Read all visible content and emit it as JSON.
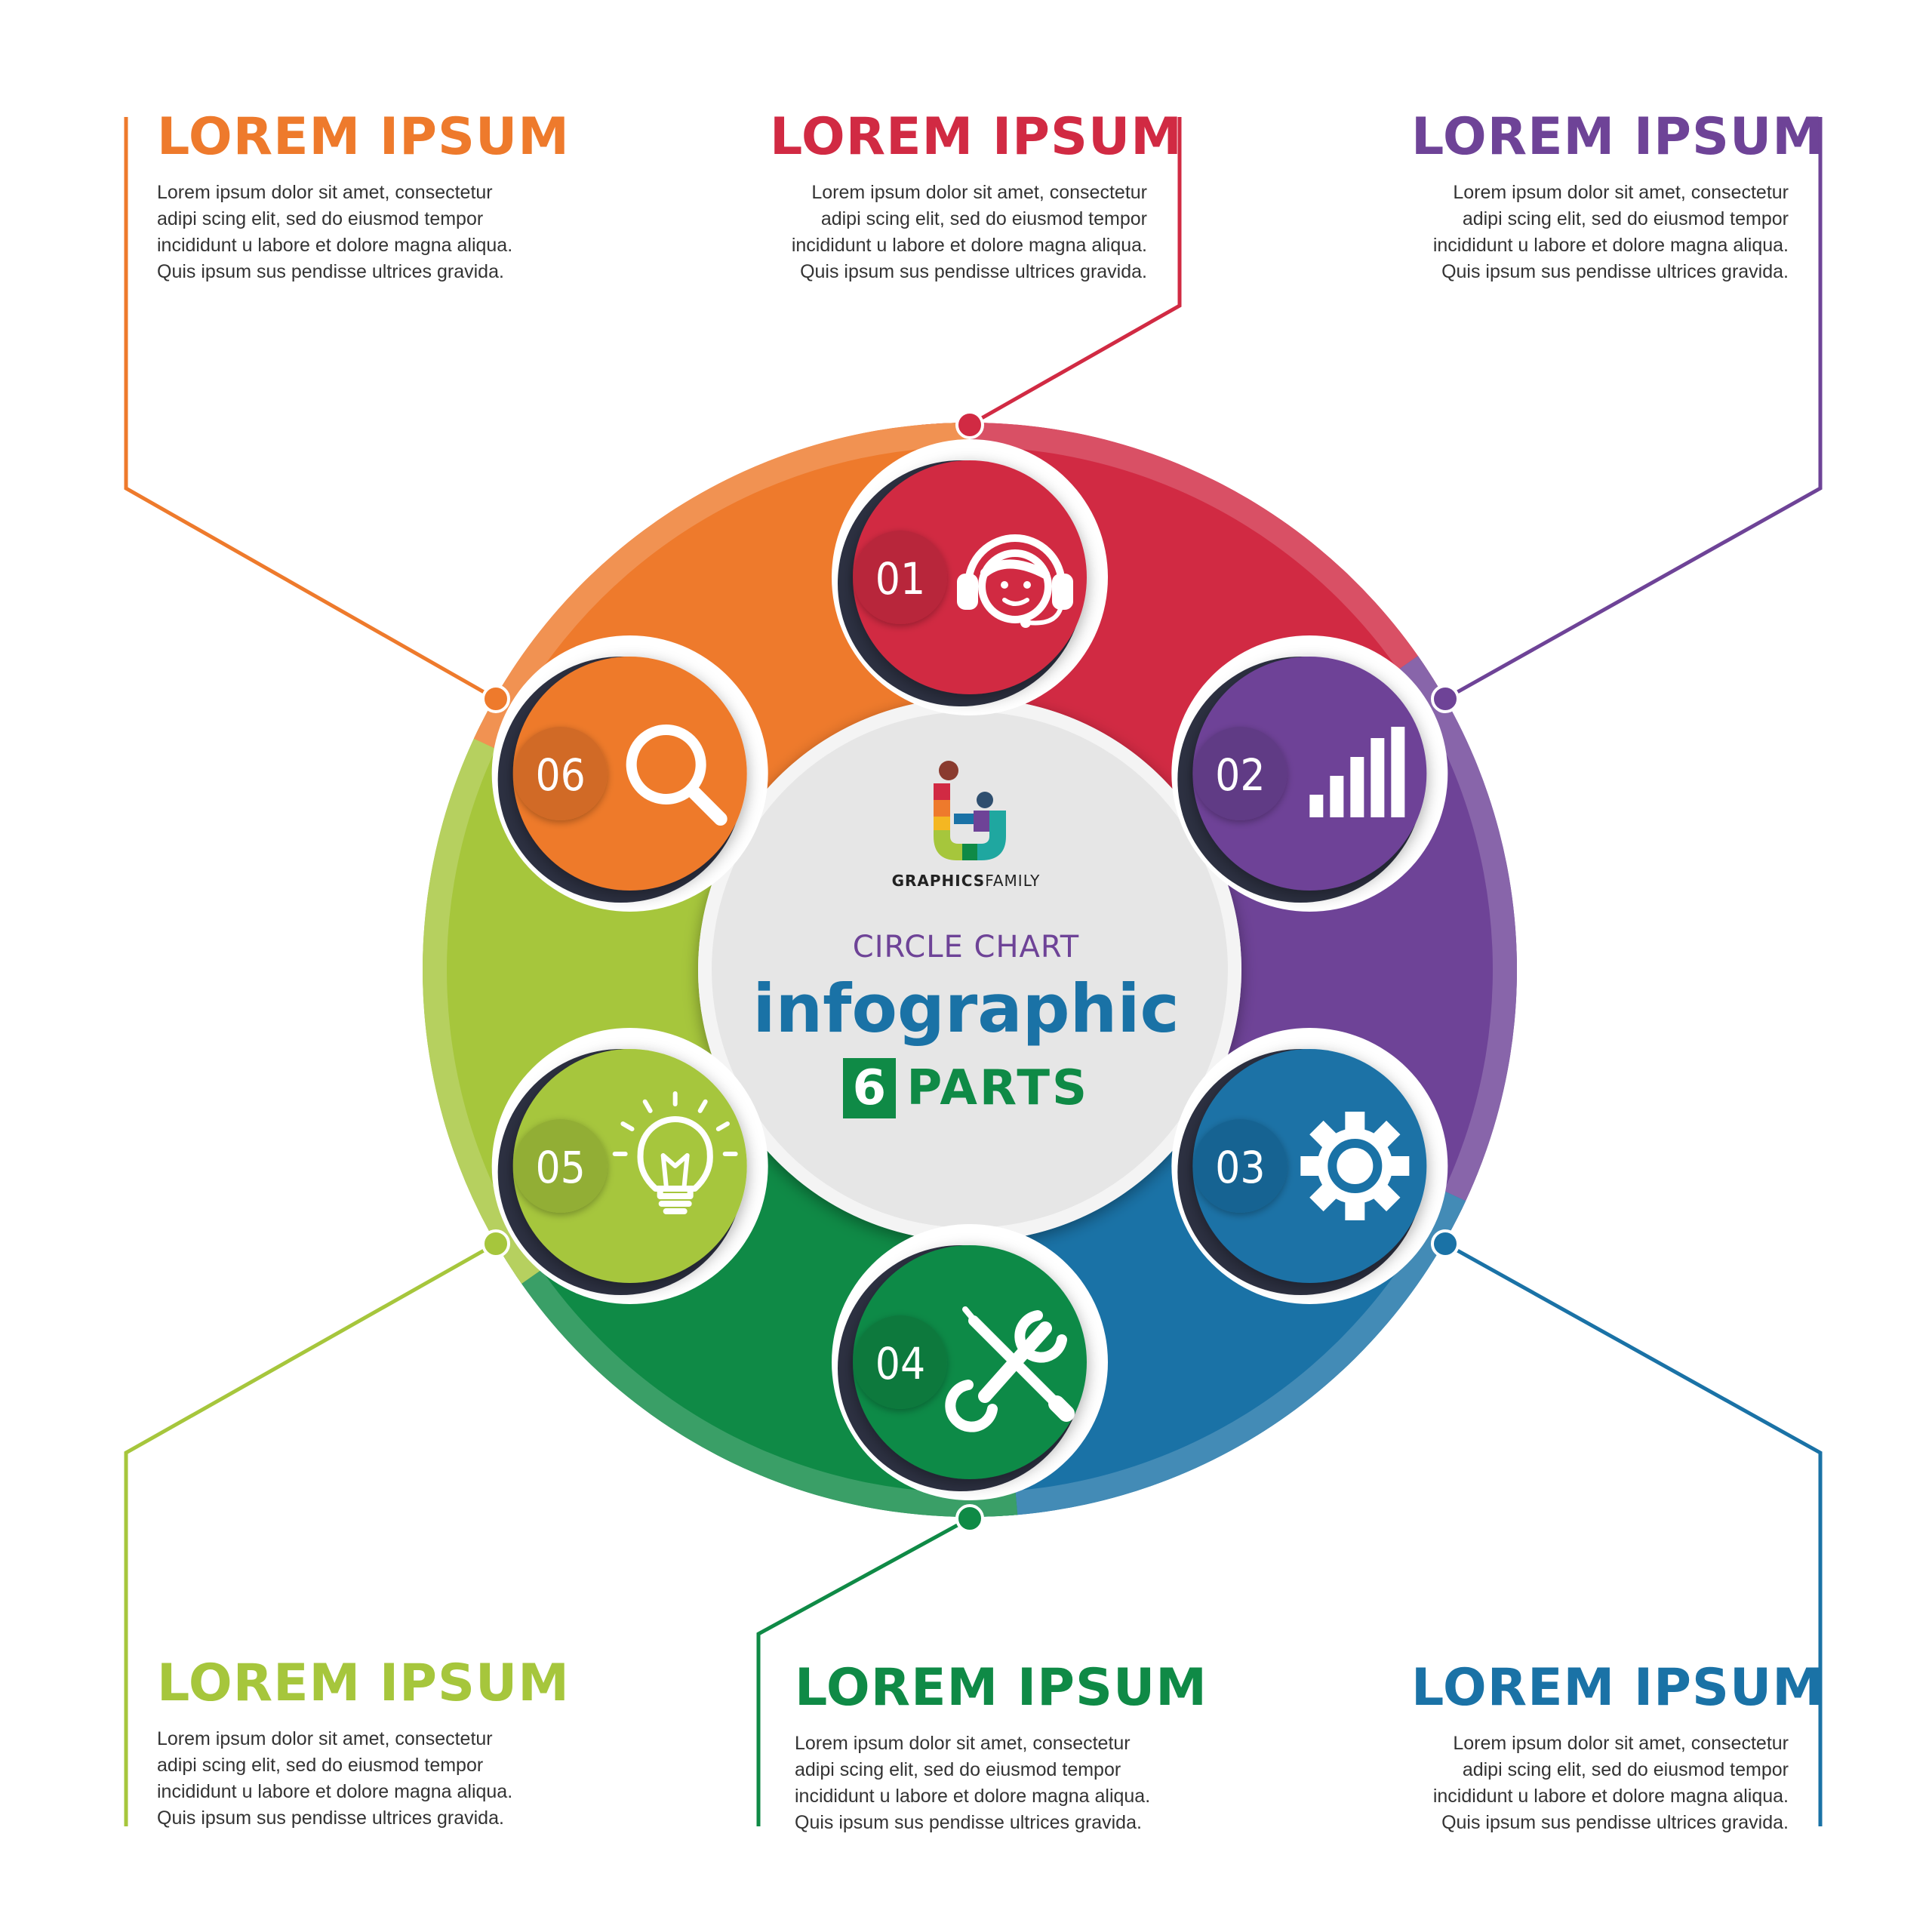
{
  "center": {
    "logo_name_bold": "GRAPHICS",
    "logo_name_light": "FAMILY",
    "heading_small": "CIRCLE CHART",
    "heading_big": "infographic",
    "parts_number": "6",
    "parts_label": "PARTS"
  },
  "segments": [
    {
      "number": "01",
      "icon": "headset-agent-icon",
      "color": "#d12a43"
    },
    {
      "number": "02",
      "icon": "signal-bars-icon",
      "color": "#6e4397"
    },
    {
      "number": "03",
      "icon": "gear-icon",
      "color": "#1a72a6"
    },
    {
      "number": "04",
      "icon": "wrench-screwdriver-icon",
      "color": "#0f8a46"
    },
    {
      "number": "05",
      "icon": "lightbulb-icon",
      "color": "#a6c63c"
    },
    {
      "number": "06",
      "icon": "magnifier-icon",
      "color": "#ee7a2c"
    }
  ],
  "blocks": {
    "top_left": {
      "title": "LOREM IPSUM",
      "text": "Lorem ipsum dolor sit amet, consectetur adipi scing elit, sed do eiusmod tempor incididunt u labore et dolore magna aliqua. Quis ipsum sus pendisse ultrices gravida.",
      "color": "#ee7a2c"
    },
    "top_center": {
      "title": "LOREM IPSUM",
      "text": "Lorem ipsum dolor sit amet, consectetur adipi scing elit, sed do eiusmod tempor incididunt u labore et dolore magna aliqua. Quis ipsum sus pendisse ultrices gravida.",
      "color": "#d12a43"
    },
    "top_right": {
      "title": "LOREM IPSUM",
      "text": "Lorem ipsum dolor sit amet, consectetur adipi scing elit, sed do eiusmod tempor incididunt u labore et dolore magna aliqua. Quis ipsum sus pendisse ultrices gravida.",
      "color": "#6e4397"
    },
    "bottom_left": {
      "title": "LOREM IPSUM",
      "text": "Lorem ipsum dolor sit amet, consectetur adipi scing elit, sed do eiusmod tempor incididunt u labore et dolore magna aliqua. Quis ipsum sus pendisse ultrices gravida.",
      "color": "#a6c63c"
    },
    "bottom_center": {
      "title": "LOREM IPSUM",
      "text": "Lorem ipsum dolor sit amet, consectetur adipi scing elit, sed do eiusmod tempor incididunt u labore et dolore magna aliqua. Quis ipsum sus pendisse ultrices gravida.",
      "color": "#0f8a46"
    },
    "bottom_right": {
      "title": "LOREM IPSUM",
      "text": "Lorem ipsum dolor sit amet, consectetur adipi scing elit, sed do eiusmod tempor incididunt u labore et dolore magna aliqua. Quis ipsum sus pendisse ultrices gravida.",
      "color": "#1a72a6"
    }
  }
}
